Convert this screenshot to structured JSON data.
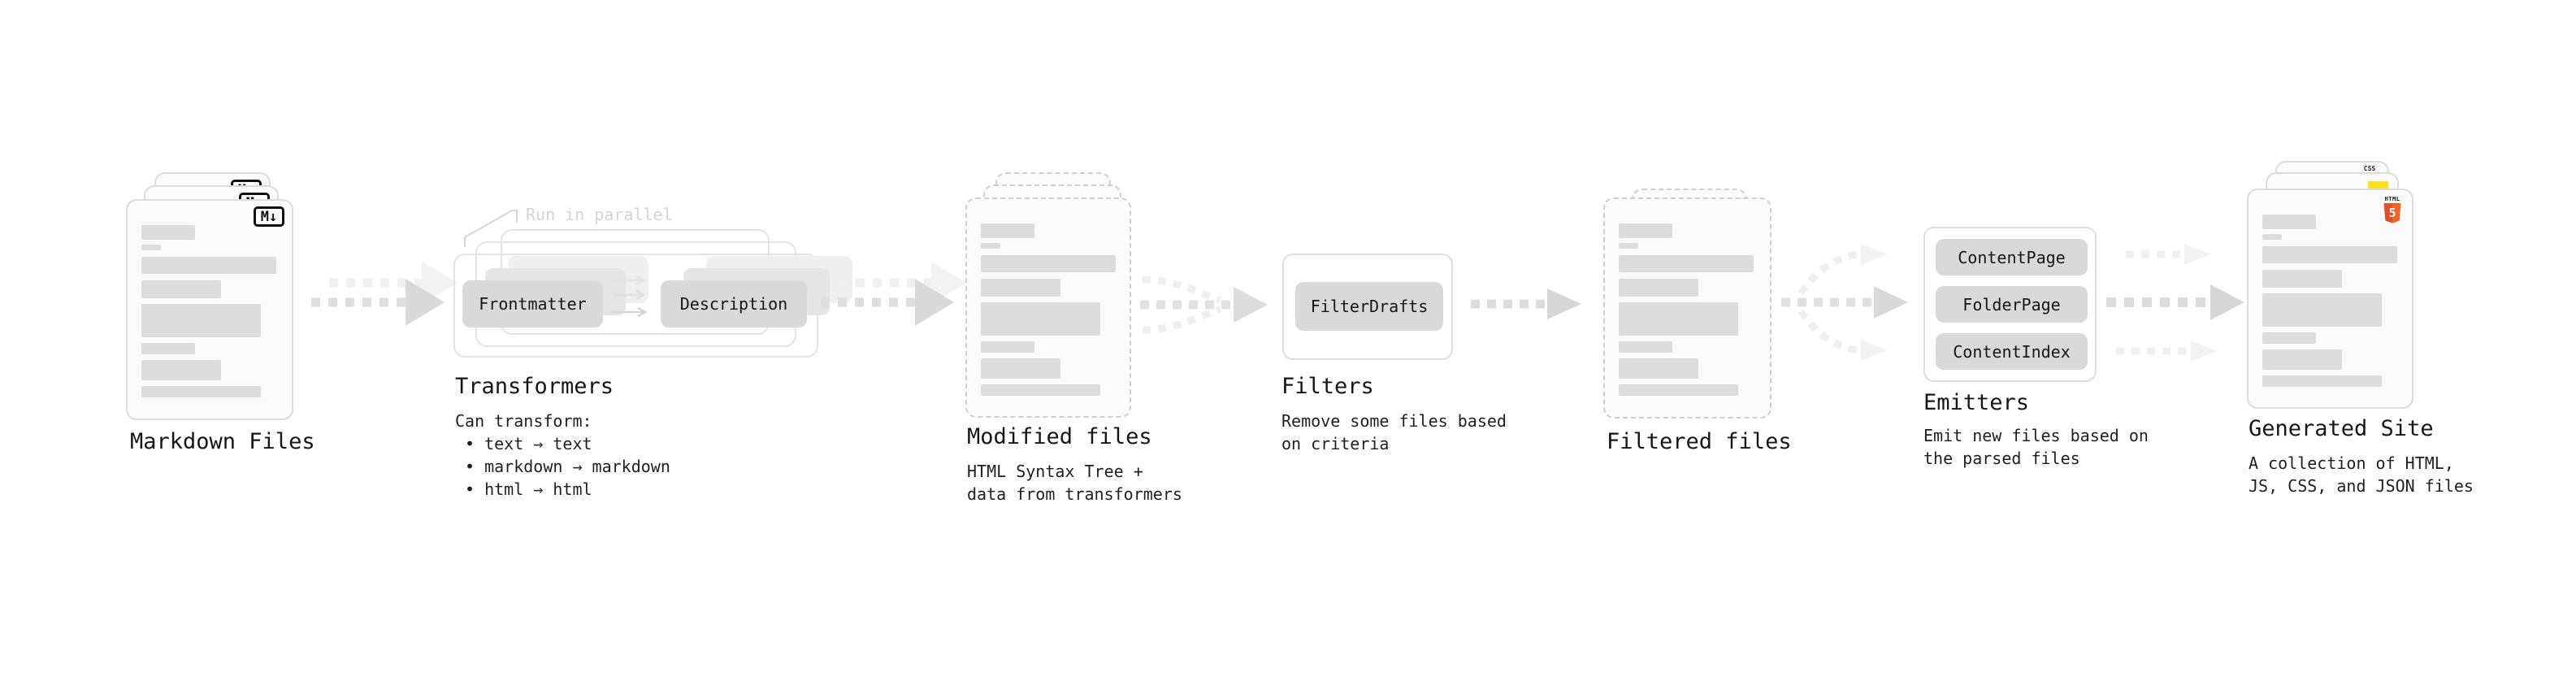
{
  "diagram": {
    "title_hint": "Static site generation pipeline",
    "nodes": {
      "markdown_files": {
        "label": "Markdown Files",
        "file_icon": "M↓"
      },
      "transformers": {
        "heading": "Transformers",
        "parallel_note": "Run in parallel",
        "input_pill": "Frontmatter",
        "output_pill": "Description",
        "desc_title": "Can transform:",
        "bullets": [
          "• text → text",
          "• markdown → markdown",
          "• html → html"
        ]
      },
      "modified_files": {
        "label": "Modified files",
        "desc": "HTML Syntax Tree +\ndata from transformers"
      },
      "filters": {
        "heading": "Filters",
        "pill": "FilterDrafts",
        "desc": "Remove some files based\non criteria"
      },
      "filtered_files": {
        "label": "Filtered files"
      },
      "emitters": {
        "heading": "Emitters",
        "pills": [
          "ContentPage",
          "FolderPage",
          "ContentIndex"
        ],
        "desc": "Emit new files based on\nthe parsed files"
      },
      "generated_site": {
        "label": "Generated Site",
        "desc": "A collection of HTML,\nJS, CSS, and JSON files",
        "css_badge": "CSS",
        "html_badge_text": "HTML",
        "html_badge_number": "5"
      }
    },
    "colors": {
      "html5_orange": "#e44d26",
      "html5_orange_light": "#f16529",
      "js_yellow": "#ffdf1e",
      "css_blue": "#2f6be4"
    }
  }
}
